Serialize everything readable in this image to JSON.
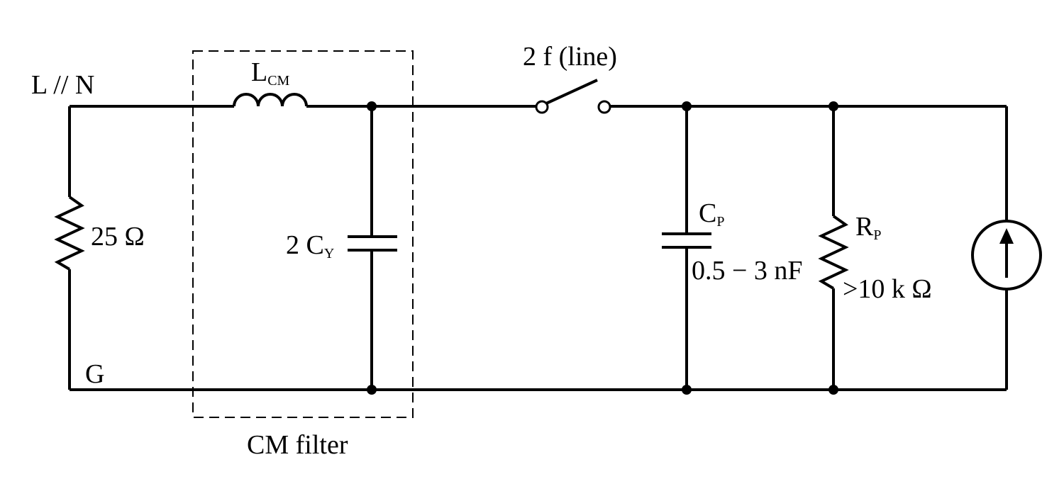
{
  "labels": {
    "line_neutral": "L // N",
    "ground": "G",
    "resistor_25": "25 Ω",
    "inductor_main": "L",
    "inductor_sub": "CM",
    "cap_y_main": "2 C",
    "cap_y_sub": "Y",
    "filter_caption": "CM filter",
    "switch": "2 f (line)",
    "cap_p_main": "C",
    "cap_p_sub": "P",
    "cap_p_value": "0.5 − 3 nF",
    "res_p_main": "R",
    "res_p_sub": "P",
    "res_p_value": ">10 k Ω"
  },
  "colors": {
    "line": "#000000",
    "background": "#ffffff"
  },
  "icons": {
    "source": "current-source-arrow-up-icon",
    "switch": "open-switch-icon"
  }
}
